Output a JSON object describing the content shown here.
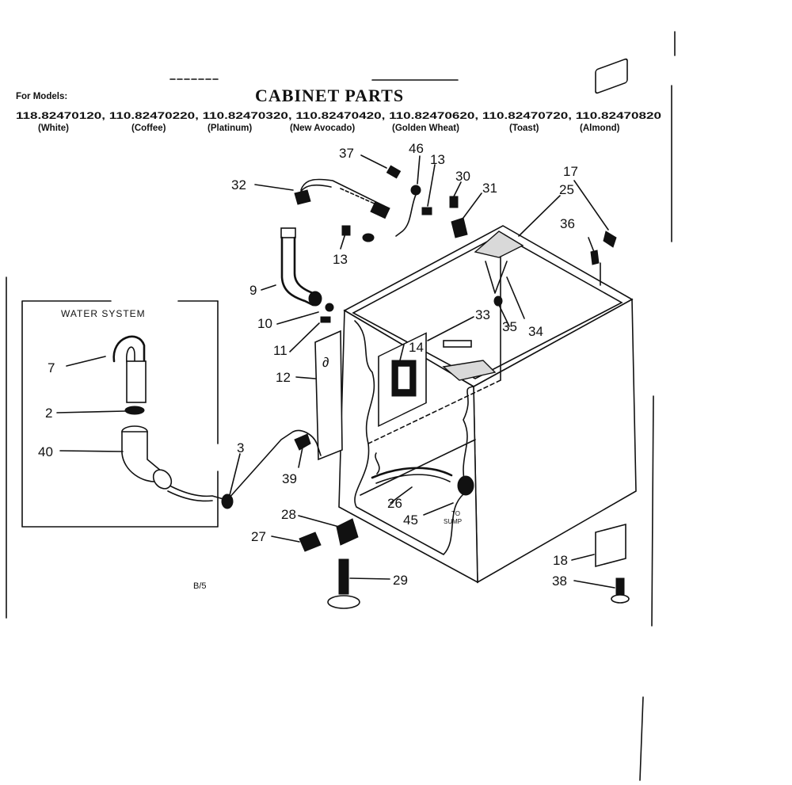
{
  "title": "CABINET PARTS",
  "models": {
    "heading": "For Models:",
    "numbers": "118.82470120, 110.82470220, 110.82470320, 110.82470420, 110.82470620, 110.82470720, 110.82470820",
    "colors": [
      "(White)",
      "(Coffee)",
      "(Platinum)",
      "(New Avocado)",
      "(Golden Wheat)",
      "(Toast)",
      "(Almond)"
    ]
  },
  "water_system_label": "WATER SYSTEM",
  "to_sump_label": [
    "TO",
    "SUMP"
  ],
  "page_note": "B/5",
  "callouts": {
    "c2": "2",
    "c3": "3",
    "c7": "7",
    "c9": "9",
    "c10": "10",
    "c11": "11",
    "c12": "12",
    "c13a": "13",
    "c13b": "13",
    "c14": "14",
    "c17": "17",
    "c18": "18",
    "c25": "25",
    "c26": "26",
    "c27": "27",
    "c28": "28",
    "c29": "29",
    "c30": "30",
    "c31": "31",
    "c32": "32",
    "c33": "33",
    "c34": "34",
    "c35": "35",
    "c36": "36",
    "c37": "37",
    "c38": "38",
    "c39": "39",
    "c40": "40",
    "c45": "45",
    "c46": "46"
  }
}
